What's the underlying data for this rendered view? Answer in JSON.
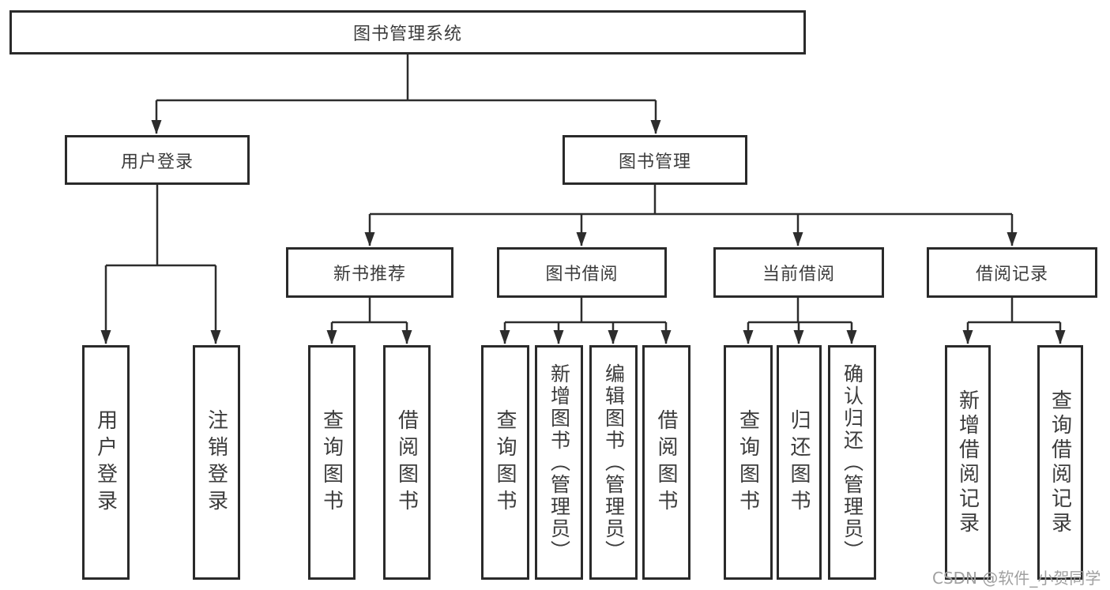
{
  "tree": {
    "label": "图书管理系统",
    "children": [
      {
        "label": "用户登录",
        "children": [
          {
            "label": "用户登录"
          },
          {
            "label": "注销登录"
          }
        ]
      },
      {
        "label": "图书管理",
        "children": [
          {
            "label": "新书推荐",
            "children": [
              {
                "label": "查询图书"
              },
              {
                "label": "借阅图书"
              }
            ]
          },
          {
            "label": "图书借阅",
            "children": [
              {
                "label": "查询图书"
              },
              {
                "label": "新增图书（管理员）"
              },
              {
                "label": "编辑图书（管理员）"
              },
              {
                "label": "借阅图书"
              }
            ]
          },
          {
            "label": "当前借阅",
            "children": [
              {
                "label": "查询图书"
              },
              {
                "label": "归还图书"
              },
              {
                "label": "确认归还（管理员）"
              }
            ]
          },
          {
            "label": "借阅记录",
            "children": [
              {
                "label": "新增借阅记录"
              },
              {
                "label": "查询借阅记录"
              }
            ]
          }
        ]
      }
    ]
  },
  "watermark": {
    "text": "CSDN @软件_小贺同学"
  },
  "colors": {
    "line": "#2d2d2d",
    "box-border": "#2a2a2a",
    "text": "#3c3c3c",
    "box-fill": "#ffffff",
    "watermark": "#a0a0a0"
  }
}
